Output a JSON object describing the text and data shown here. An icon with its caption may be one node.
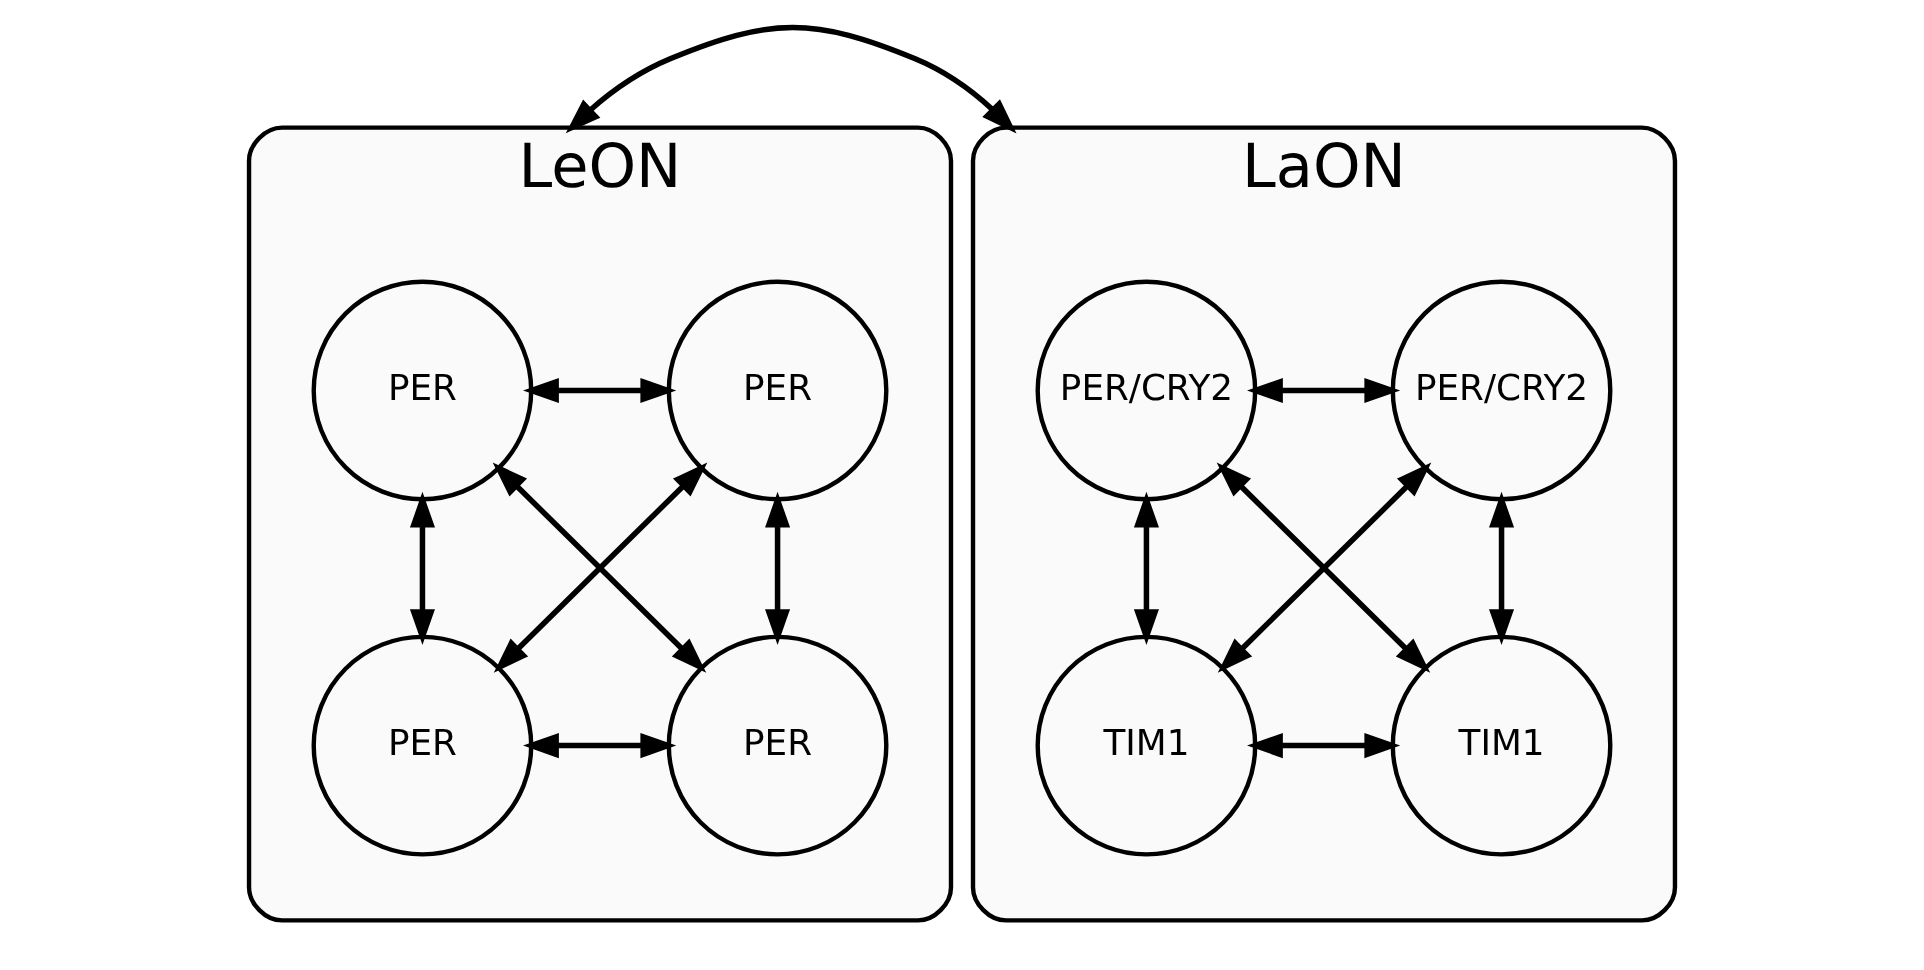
{
  "diagram": {
    "nodes": [
      {
        "text": [
          "LeON"
        ]
      },
      {
        "text": [
          "PER"
        ],
        "in": 0
      },
      {
        "text": [
          "PER"
        ],
        "in": 0
      },
      {
        "text": [
          "PER"
        ],
        "in": 0
      },
      {
        "text": [
          "PER"
        ],
        "in": 0
      },
      {
        "text": [
          "LaON"
        ]
      },
      {
        "text": [
          "PER/CRY2"
        ],
        "in": 5
      },
      {
        "text": [
          "PER/CRY2"
        ],
        "in": 5
      },
      {
        "text": [
          "TIM1"
        ],
        "in": 5
      },
      {
        "text": [
          "TIM1"
        ],
        "in": 5
      }
    ],
    "edges": [
      {
        "from": 1,
        "to": 2,
        "arrow": "both"
      },
      {
        "from": 1,
        "to": 3,
        "arrow": "both"
      },
      {
        "from": 2,
        "to": 4,
        "arrow": "both"
      },
      {
        "from": 3,
        "to": 4,
        "arrow": "both"
      },
      {
        "from": 1,
        "to": 4,
        "arrow": "both"
      },
      {
        "from": 2,
        "to": 3,
        "arrow": "both"
      },
      {
        "from": 0,
        "to": 5,
        "arrow": "both"
      },
      {
        "from": 6,
        "to": 7,
        "arrow": "both"
      },
      {
        "from": 6,
        "to": 8,
        "arrow": "both"
      },
      {
        "from": 7,
        "to": 9,
        "arrow": "both"
      },
      {
        "from": 8,
        "to": 9,
        "arrow": "both"
      },
      {
        "from": 6,
        "to": 9,
        "arrow": "both"
      },
      {
        "from": 7,
        "to": 8,
        "arrow": "both"
      }
    ]
  }
}
